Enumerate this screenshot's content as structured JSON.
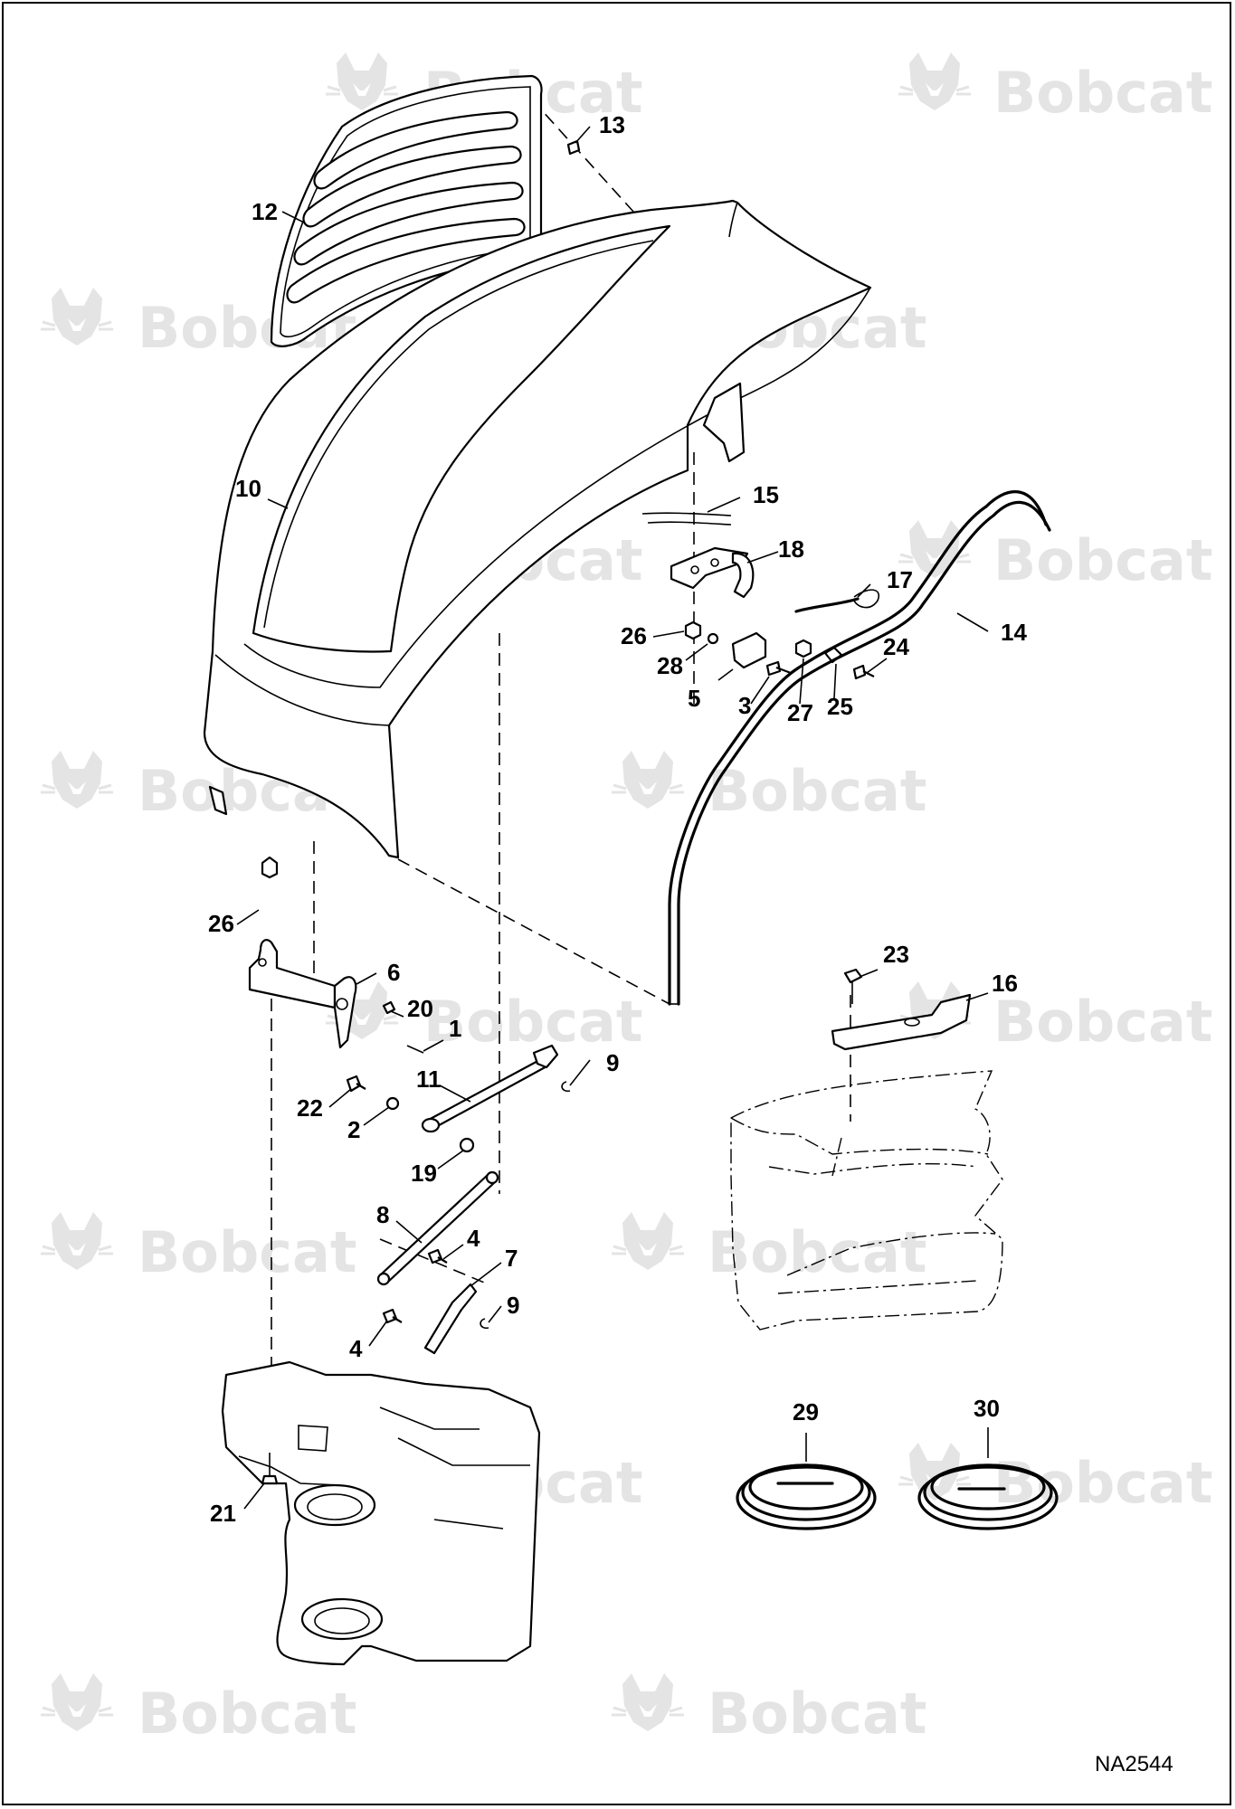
{
  "diagram_code": "NA2544",
  "watermark": {
    "brand": "Bobcat",
    "color": "#e4e4e4"
  },
  "callouts": {
    "c1": "1",
    "c2": "2",
    "c3": "3",
    "c4a": "4",
    "c4b": "4",
    "c5": "5",
    "c6": "6",
    "c7": "7",
    "c8": "8",
    "c9a": "9",
    "c9b": "9",
    "c10": "10",
    "c11": "11",
    "c12": "12",
    "c13": "13",
    "c14": "14",
    "c15": "15",
    "c16": "16",
    "c17": "17",
    "c18": "18",
    "c19": "19",
    "c20": "20",
    "c21": "21",
    "c22": "22",
    "c23": "23",
    "c24": "24",
    "c25": "25",
    "c26a": "26",
    "c26b": "26",
    "c27": "27",
    "c28": "28",
    "c29": "29",
    "c30": "30"
  }
}
